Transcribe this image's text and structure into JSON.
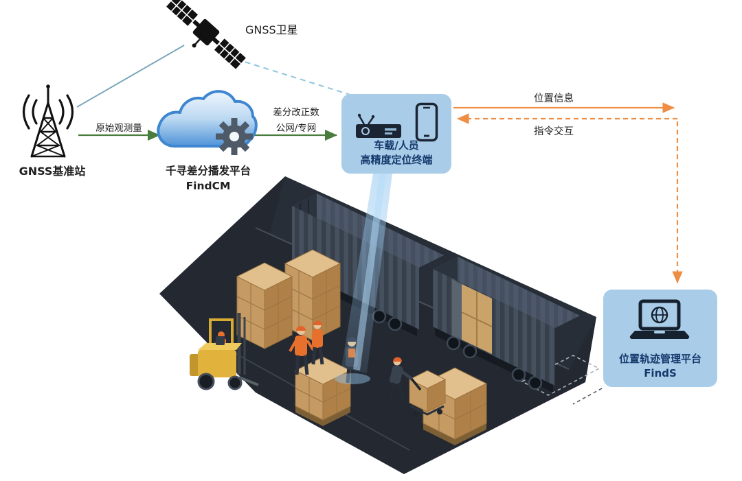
{
  "nodes": {
    "satellite": {
      "label": "GNSS卫星"
    },
    "base_station": {
      "label": "GNSS基准站"
    },
    "cloud": {
      "line1": "千寻差分播发平台",
      "line2": "FindCM"
    },
    "terminal": {
      "line1": "车载/人员",
      "line2": "高精度定位终端"
    },
    "manage_platform": {
      "line1": "位置轨迹管理平台",
      "line2": "FindS"
    }
  },
  "edges": {
    "raw_observation": "原始观测量",
    "diff_line1": "差分改正数",
    "diff_line2": "公网/专网",
    "position_info": "位置信息",
    "command_exchange": "指令交互"
  },
  "icons": {
    "satellite": "satellite-icon",
    "base_station": "radio-tower-icon",
    "cloud": "cloud-gear-icon",
    "terminal": "receiver-and-phone-icons",
    "platform": "laptop-globe-icon"
  },
  "colors": {
    "arrow_green": "#4a7c3e",
    "arrow_orange": "#ee8e45",
    "link_blue_solid": "#7aa6ba",
    "link_blue_dashed": "#8fc4de",
    "panel_bg": "#a9cde8",
    "panel_text": "#14386b",
    "cloud_blue": "#3e86d0",
    "gear_gray": "#4e5a68",
    "ground_dark": "#232831",
    "container_slate": "#46515f",
    "box_tan": "#d9b480",
    "forklift_yellow": "#e2b33c",
    "beam_blue": "rgba(150,200,240,0.4)"
  }
}
